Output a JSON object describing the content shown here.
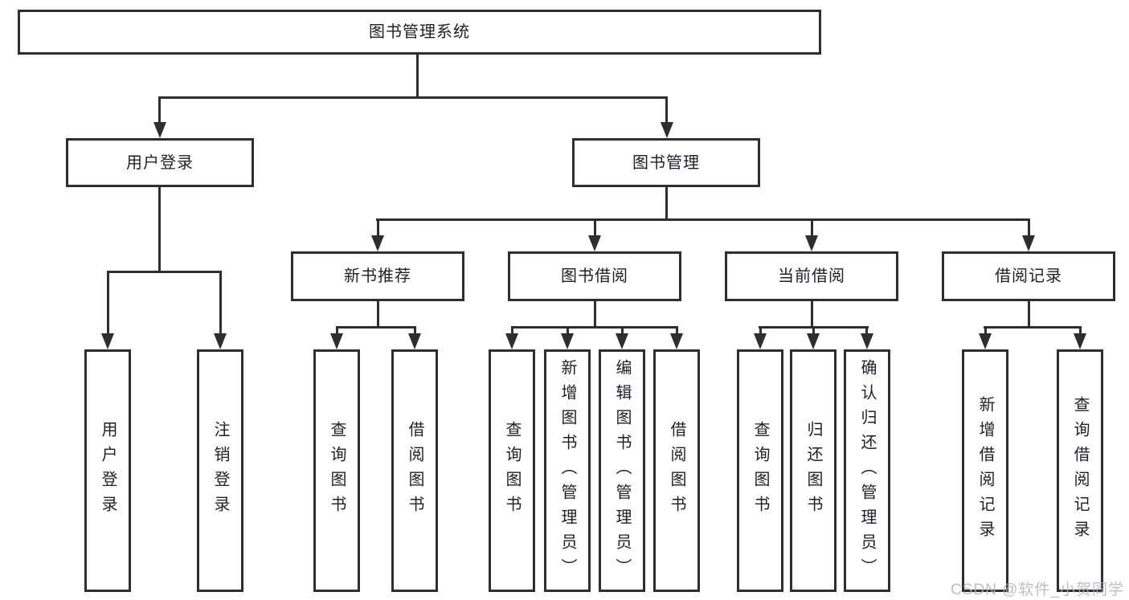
{
  "diagram": {
    "root": {
      "label": "图书管理系统"
    },
    "children": [
      {
        "label": "用户登录",
        "children": [
          {
            "label": "用户登录"
          },
          {
            "label": "注销登录"
          }
        ]
      },
      {
        "label": "图书管理",
        "children": [
          {
            "label": "新书推荐",
            "children": [
              {
                "label": "查询图书"
              },
              {
                "label": "借阅图书"
              }
            ]
          },
          {
            "label": "图书借阅",
            "children": [
              {
                "label": "查询图书"
              },
              {
                "label": "新增图书（管理员）"
              },
              {
                "label": "编辑图书（管理员）"
              },
              {
                "label": "借阅图书"
              }
            ]
          },
          {
            "label": "当前借阅",
            "children": [
              {
                "label": "查询图书"
              },
              {
                "label": "归还图书"
              },
              {
                "label": "确认归还（管理员）"
              }
            ]
          },
          {
            "label": "借阅记录",
            "children": [
              {
                "label": "新增借阅记录"
              },
              {
                "label": "查询借阅记录"
              }
            ]
          }
        ]
      }
    ]
  },
  "watermark": {
    "label": "CSDN @软件_小贺同学"
  },
  "colors": {
    "line": "#2e2e2e",
    "text": "#1f1f26",
    "watermark": "#b3b3bb",
    "background": "#ffffff"
  }
}
